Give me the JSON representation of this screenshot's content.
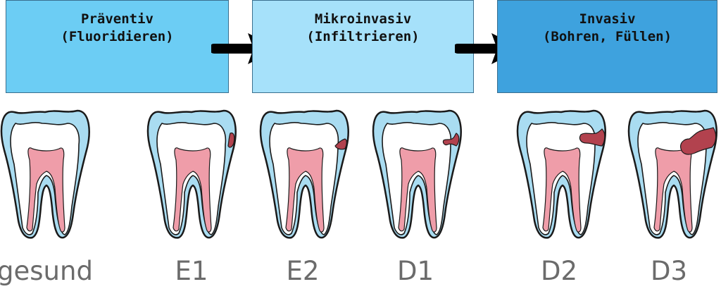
{
  "colors": {
    "praeventiv": "#6ccdf4",
    "mikroinvasiv": "#a6e1fa",
    "invasiv": "#3ea2de",
    "enamel": "#a9dcf1",
    "pulp": "#ef9da9",
    "lesion": "#b2424e",
    "outline": "#1a1a1a"
  },
  "stages": [
    {
      "title": "Präventiv",
      "subtitle": "(Fluoridieren)"
    },
    {
      "title": "Mikroinvasiv",
      "subtitle": "(Infiltrieren)"
    },
    {
      "title": "Invasiv",
      "subtitle": "(Bohren, Füllen)"
    }
  ],
  "teeth": [
    {
      "label": "gesund",
      "lesion": "none"
    },
    {
      "label": "E1",
      "lesion": "outer-enamel"
    },
    {
      "label": "E2",
      "lesion": "inner-enamel"
    },
    {
      "label": "D1",
      "lesion": "outer-dentin"
    },
    {
      "label": "D2",
      "lesion": "middle-dentin"
    },
    {
      "label": "D3",
      "lesion": "inner-dentin"
    }
  ]
}
